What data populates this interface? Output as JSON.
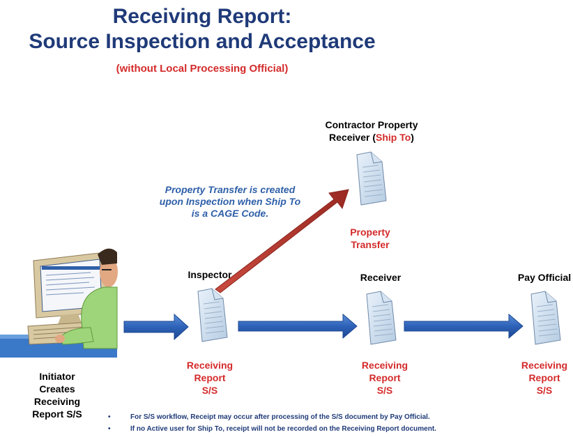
{
  "title": {
    "line1": "Receiving Report:",
    "line2": "Source Inspection and Acceptance",
    "subtitle": "(without Local Processing Official)"
  },
  "roles": {
    "contractor_line1": "Contractor Property",
    "contractor_line2_pre": "Receiver (",
    "contractor_line2_red": "Ship To",
    "contractor_line2_post": ")",
    "inspector": "Inspector",
    "receiver": "Receiver",
    "pay_official": "Pay Official"
  },
  "note": {
    "line1": "Property Transfer is created",
    "line2": "upon Inspection when Ship To",
    "line3": "is a CAGE Code."
  },
  "docs": {
    "property_line1": "Property",
    "property_line2": "Transfer",
    "rr_line1": "Receiving",
    "rr_line2": "Report",
    "rr_line3": "S/S"
  },
  "initiator": {
    "line1": "Initiator",
    "line2": "Creates",
    "line3": "Receiving",
    "line4": "Report S/S"
  },
  "bullets": {
    "bullet": "•",
    "item1": "For S/S workflow,  Receipt may occur after processing of the S/S document by Pay Official.",
    "item2": "If no Active user for Ship To, receipt will not be recorded on the Receiving Report  document."
  },
  "colors": {
    "title": "#1f3a78",
    "red": "#d42a2a",
    "blue_arrow": "#2d62b8",
    "red_arrow": "#b8302a",
    "note": "#2e5fa8"
  }
}
